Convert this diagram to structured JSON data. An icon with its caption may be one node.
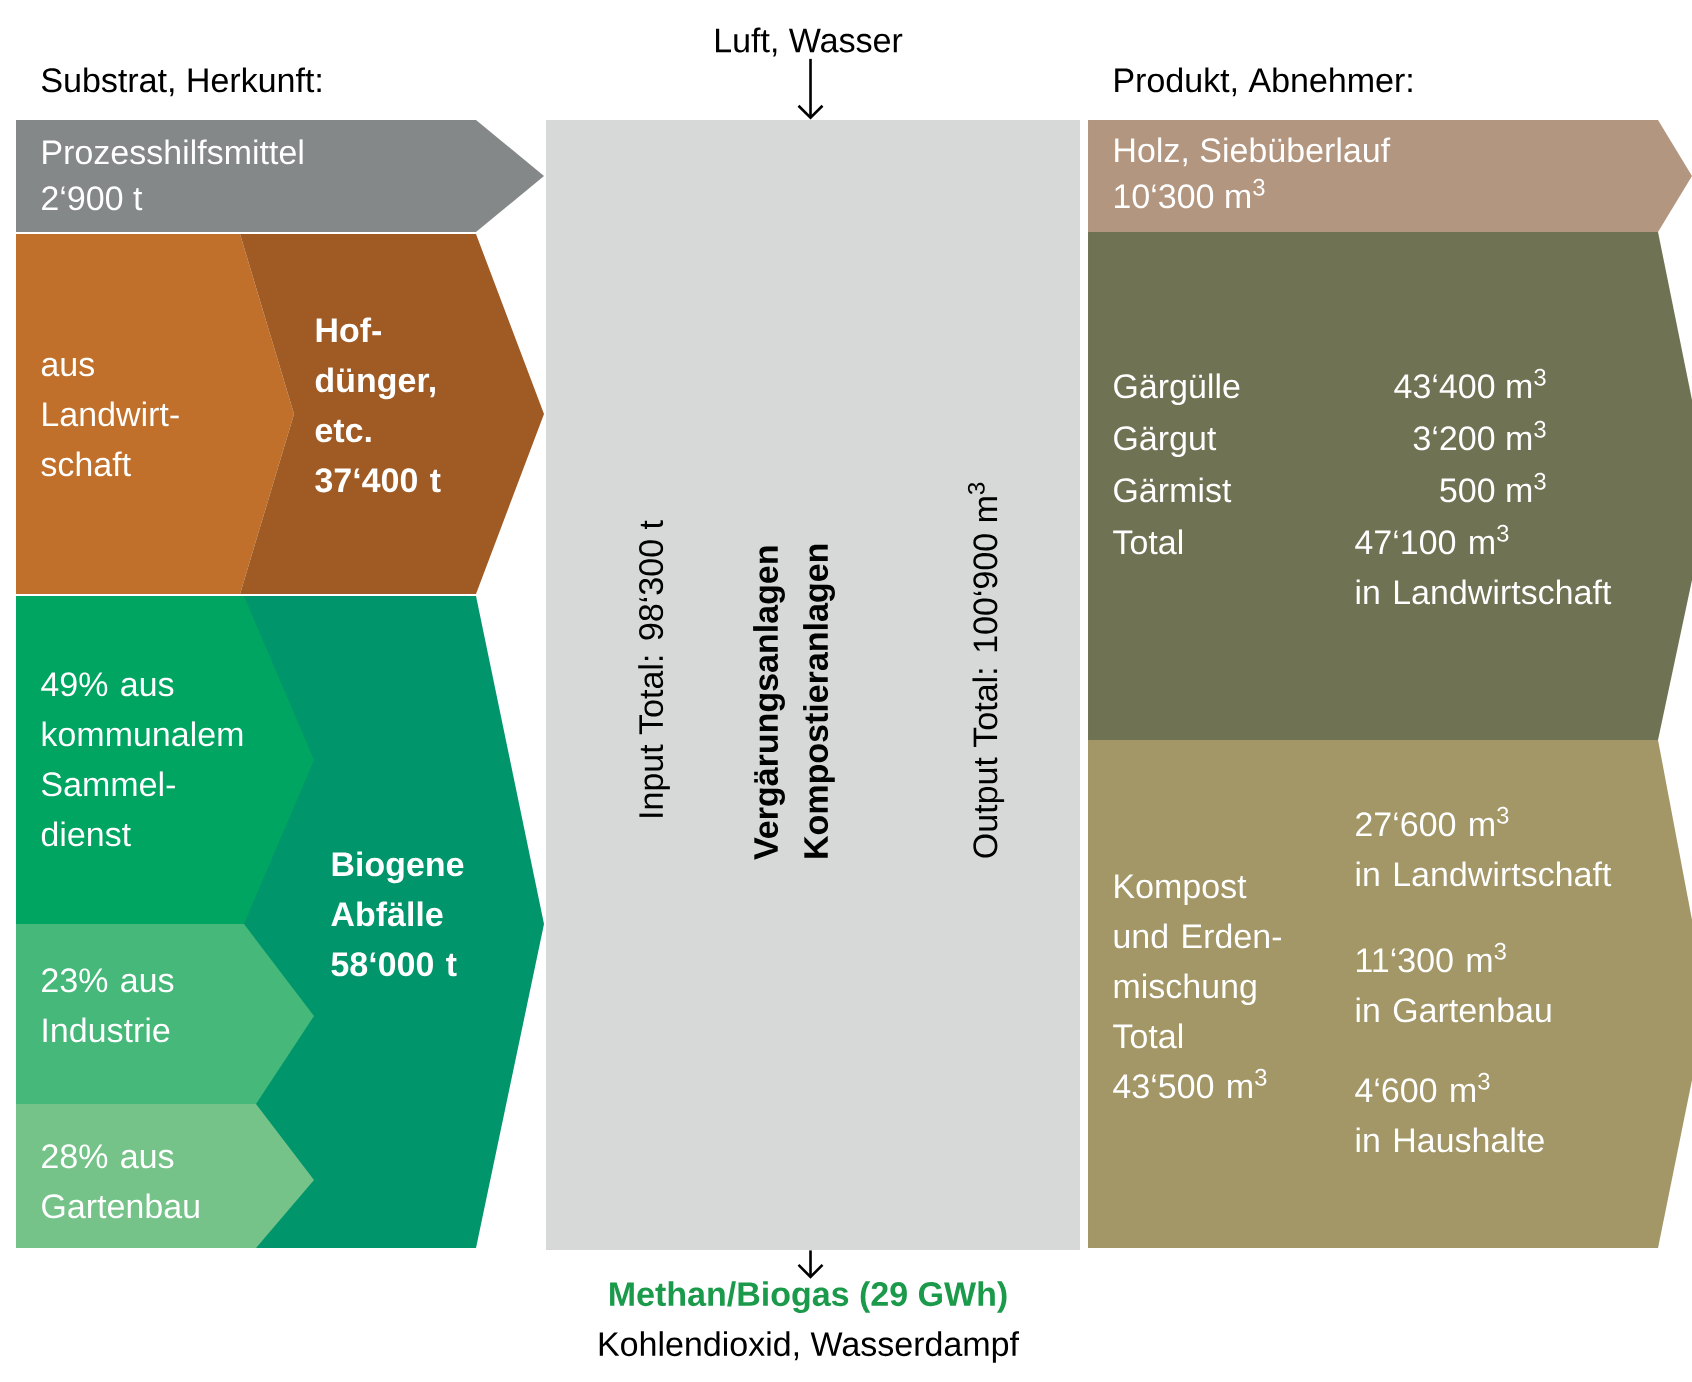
{
  "diagram": {
    "nodes": [
      {
        "text": [
          "Prozesshilfsmittel",
          "2‘900 t"
        ]
      },
      {
        "text": [
          "aus Landwirt- schaft"
        ]
      },
      {
        "text": [
          "Hof- dünger, etc. 37‘400 t"
        ]
      },
      {
        "text": [
          "49% aus kommunalem Sammel- dienst"
        ],
        "in": 6
      },
      {
        "text": [
          "23% aus Industrie"
        ],
        "in": 6
      },
      {
        "text": [
          "28% aus Gartenbau"
        ],
        "in": 6
      },
      {
        "text": [
          "Biogene Abfälle 58‘000 t"
        ]
      },
      {
        "text": [
          "Input Total: 98‘300 t",
          "Vergärungsanlagen Kompostieranlagen",
          "Output Total: 100‘900 m$^{3}$"
        ]
      },
      {
        "text": [
          "Holz, Siebüberlauf",
          "10‘300 m$^{3}$"
        ]
      },
      {
        "text": [
          "Gärgülle",
          "43‘400 m$^{3}$",
          "Gärgut",
          "3‘200 m$^{3}$",
          "Gärmist",
          "500 m$^{3}$",
          "Total",
          "47‘100 m$^{3}$ in Landwirtschaft"
        ]
      },
      {
        "text": [
          "Kompost und Erden- mischung Total 43‘500 m$^{3}$",
          "27‘600 m$^{3}$ in Landwirtschaft",
          "11‘300 m$^{3}$ in Gartenbau",
          "4‘600 m$^{3}$ in Haushalte"
        ]
      },
      {
        "text": [
          "Luft, Wasser"
        ]
      },
      {
        "text": [
          "Methan/Biogas (29 GWh)",
          "Kohlendioxid, Wasserdampf"
        ]
      }
    ],
    "edges": [
      {
        "from": 11,
        "to": 7,
        "arrow": "to"
      },
      {
        "from": 7,
        "to": 12,
        "arrow": "to"
      }
    ],
    "labels": [
      "Substrat, Herkunft:",
      "Produkt, Abnehmer:"
    ]
  }
}
